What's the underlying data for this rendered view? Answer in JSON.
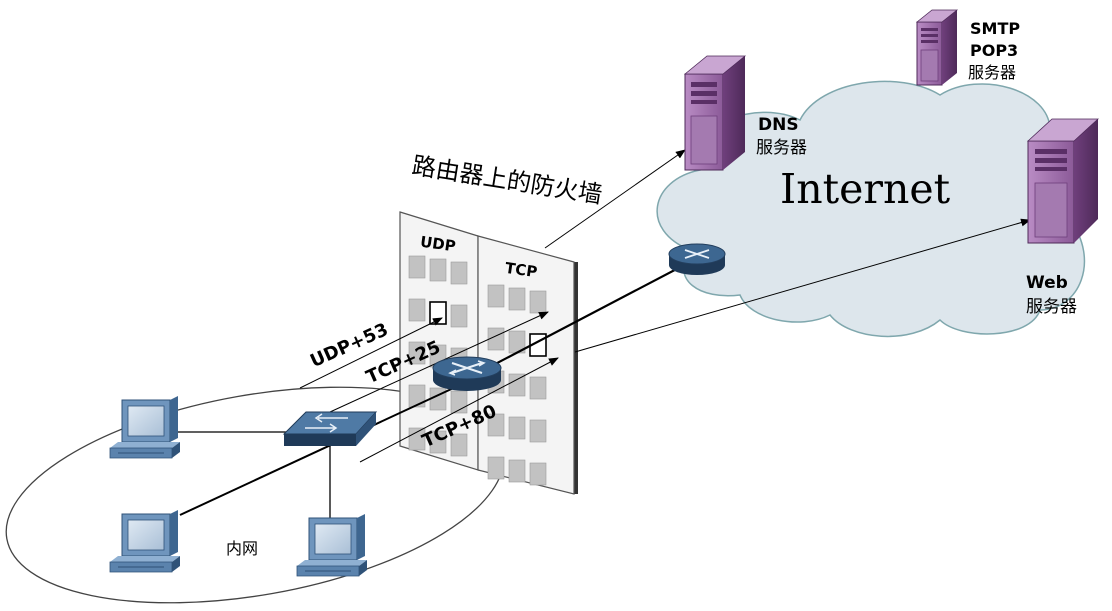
{
  "firewall": {
    "title": "路由器上的防火墙",
    "udp_label": "UDP",
    "tcp_label": "TCP"
  },
  "internet": {
    "title": "Internet"
  },
  "servers": {
    "dns": {
      "line1": "DNS",
      "line2": "服务器"
    },
    "mail": {
      "line1": "SMTP",
      "line2": "POP3",
      "line3": "服务器"
    },
    "web": {
      "line1": "Web",
      "line2": "服务器"
    }
  },
  "ports": {
    "udp53": "UDP+53",
    "tcp25": "TCP+25",
    "tcp80": "TCP+80"
  },
  "lan": {
    "label": "内网"
  },
  "colors": {
    "cloud_fill": "#dde6ec",
    "cloud_stroke": "#7fa7ad",
    "server_purple": "#9b6aa6",
    "pc_blue": "#5b83ad",
    "router_blue": "#2f5278",
    "wall_gray": "#b8b8b8"
  }
}
